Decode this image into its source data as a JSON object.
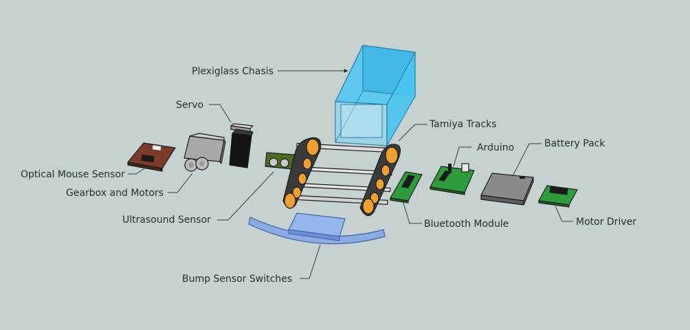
{
  "labels": {
    "plexiglass": "Plexiglass Chasis",
    "servo": "Servo",
    "tracks": "Tamiya Tracks",
    "arduino": "Arduino",
    "battery": "Battery Pack",
    "optical": "Optical Mouse Sensor",
    "gearbox": "Gearbox and Motors",
    "ultrasound": "Ultrasound Sensor",
    "bluetooth": "Bluetooth Module",
    "motor_driver": "Motor Driver",
    "bump": "Bump Sensor Switches"
  },
  "colors": {
    "background": "#c6d2d2",
    "plexiglass": "#4fc3e8",
    "pcb_green": "#2e9b3c",
    "track_orange": "#f0a030",
    "track_dark": "#3b3b3b",
    "optical_board": "#7a3b2a",
    "battery_grey": "#8a8a8a",
    "bump_blue": "#7fa6e6"
  }
}
